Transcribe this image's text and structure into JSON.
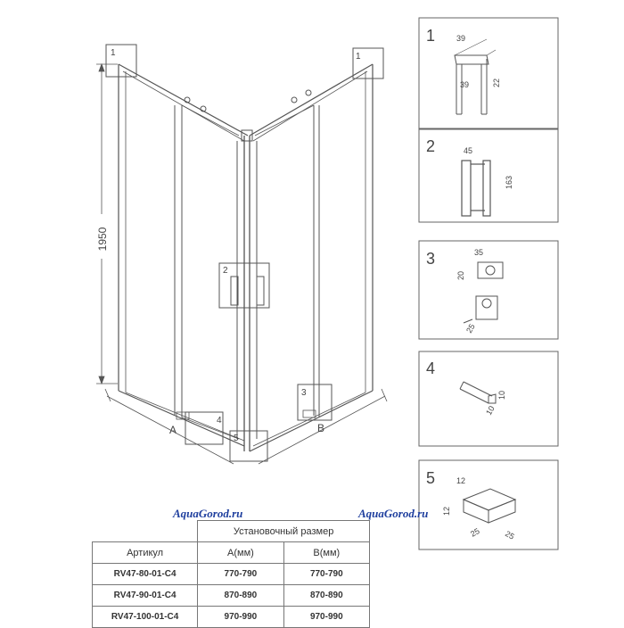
{
  "main_drawing": {
    "height_label": "1950",
    "side_a_label": "A",
    "side_b_label": "B",
    "callouts": [
      "1",
      "1",
      "2",
      "3",
      "4",
      "5"
    ]
  },
  "details": [
    {
      "number": "1",
      "dimensions": [
        "39",
        "39",
        "22"
      ]
    },
    {
      "number": "2",
      "dimensions": [
        "45",
        "163"
      ]
    },
    {
      "number": "3",
      "dimensions": [
        "35",
        "20",
        "25"
      ]
    },
    {
      "number": "4",
      "dimensions": [
        "10",
        "10"
      ]
    },
    {
      "number": "5",
      "dimensions": [
        "12",
        "12",
        "25",
        "25"
      ]
    }
  ],
  "watermarks": [
    "AquaGorod.ru",
    "AquaGorod.ru"
  ],
  "table": {
    "group_header": "Установочный размер",
    "headers": [
      "Артикул",
      "A(мм)",
      "B(мм)"
    ],
    "rows": [
      [
        "RV47-80-01-C4",
        "770-790",
        "770-790"
      ],
      [
        "RV47-90-01-C4",
        "870-890",
        "870-890"
      ],
      [
        "RV47-100-01-C4",
        "970-990",
        "970-990"
      ]
    ]
  }
}
